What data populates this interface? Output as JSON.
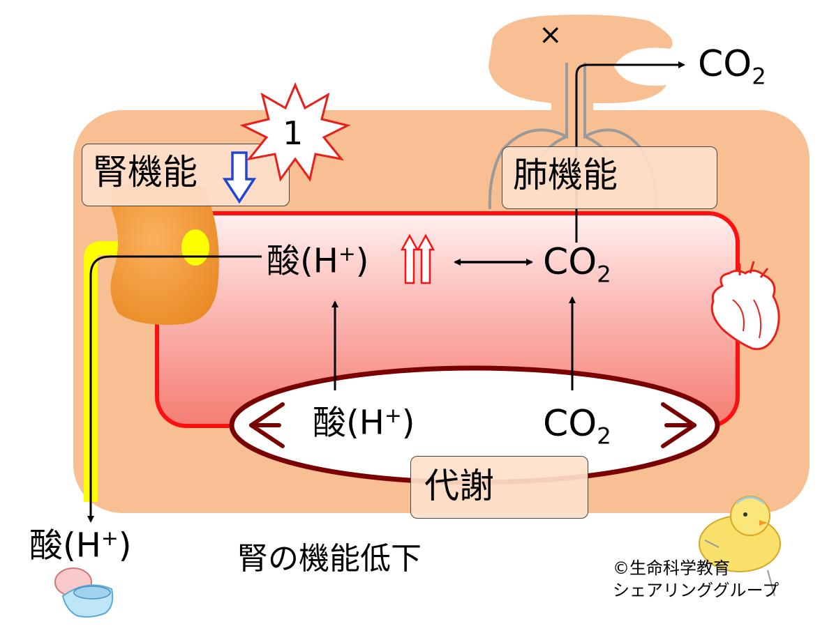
{
  "title": "腎の機能低下",
  "copyright_line1": "©生命科学教育",
  "copyright_line2": "シェアリンググループ",
  "kidney_function_label": "腎機能",
  "lung_function_label": "肺機能",
  "metabolism_label": "代謝",
  "starburst_number": "1",
  "lung_block_mark": "×",
  "acid_label": "酸(H",
  "acid_label_close": ")",
  "plus_sign": "+",
  "co2_base": "CO",
  "co2_sub": "2",
  "colors": {
    "body_bg": "#f8bf92",
    "blood_border": "#ff1010",
    "metabolism_border": "#7a0000",
    "urine_flow": "#ffff00",
    "kidney": "#f0982e",
    "decrease_arrow": "#1f44d8",
    "increase_arrow": "#ff1010"
  },
  "icons": [
    "heart-icon",
    "toilet-icon",
    "chick-icon",
    "starburst-icon",
    "down-arrow-icon",
    "double-up-arrow-icon"
  ]
}
